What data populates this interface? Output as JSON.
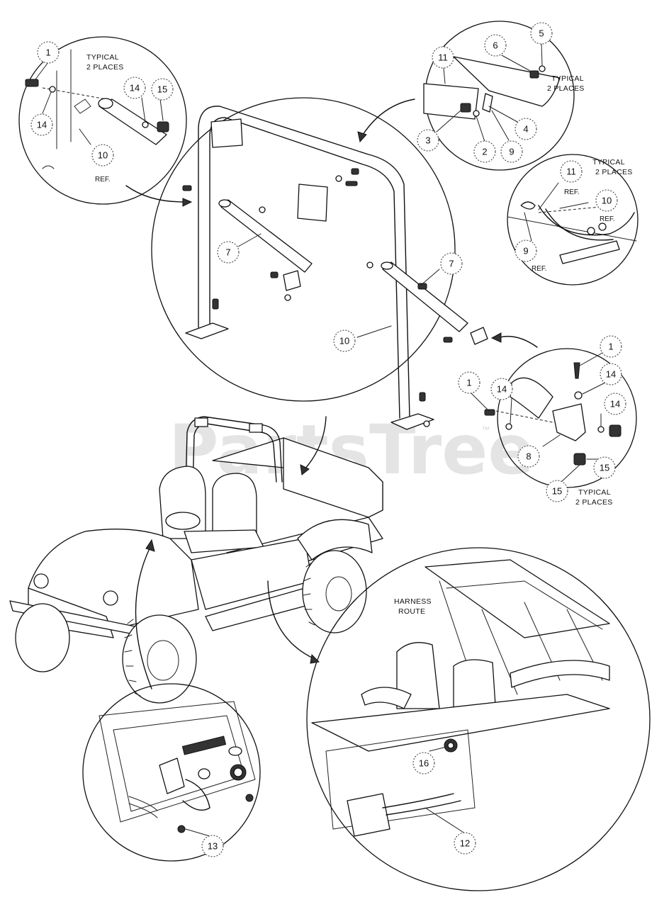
{
  "watermark": {
    "text": "PartsTree",
    "trademark": "™"
  },
  "notes": {
    "typical_top_left_1": "TYPICAL",
    "typical_top_left_2": "2 PLACES",
    "typical_top_right_1": "TYPICAL",
    "typical_top_right_2": "2 PLACES",
    "typical_mid_right_1": "TYPICAL",
    "typical_mid_right_2": "2 PLACES",
    "typical_bottom_right_1": "TYPICAL",
    "typical_bottom_right_2": "2 PLACES",
    "harness_1": "HARNESS",
    "harness_2": "ROUTE",
    "ref": "REF."
  },
  "callouts": {
    "c1a": "1",
    "c14a": "14",
    "c14b": "14",
    "c15a": "15",
    "c10a": "10",
    "c5": "5",
    "c6": "6",
    "c11a": "11",
    "c3": "3",
    "c2": "2",
    "c9a": "9",
    "c4": "4",
    "c11b": "11",
    "c10b": "10",
    "c9b": "9",
    "c7a": "7",
    "c7b": "7",
    "c10c": "10",
    "c1b": "1",
    "c14c": "14",
    "c1c": "1",
    "c14d": "14",
    "c14e": "14",
    "c8": "8",
    "c15b": "15",
    "c15c": "15",
    "c16": "16",
    "c12": "12",
    "c13": "13"
  },
  "colors": {
    "ink": "#111111",
    "background": "#ffffff",
    "watermark": "#cfcfcf"
  }
}
